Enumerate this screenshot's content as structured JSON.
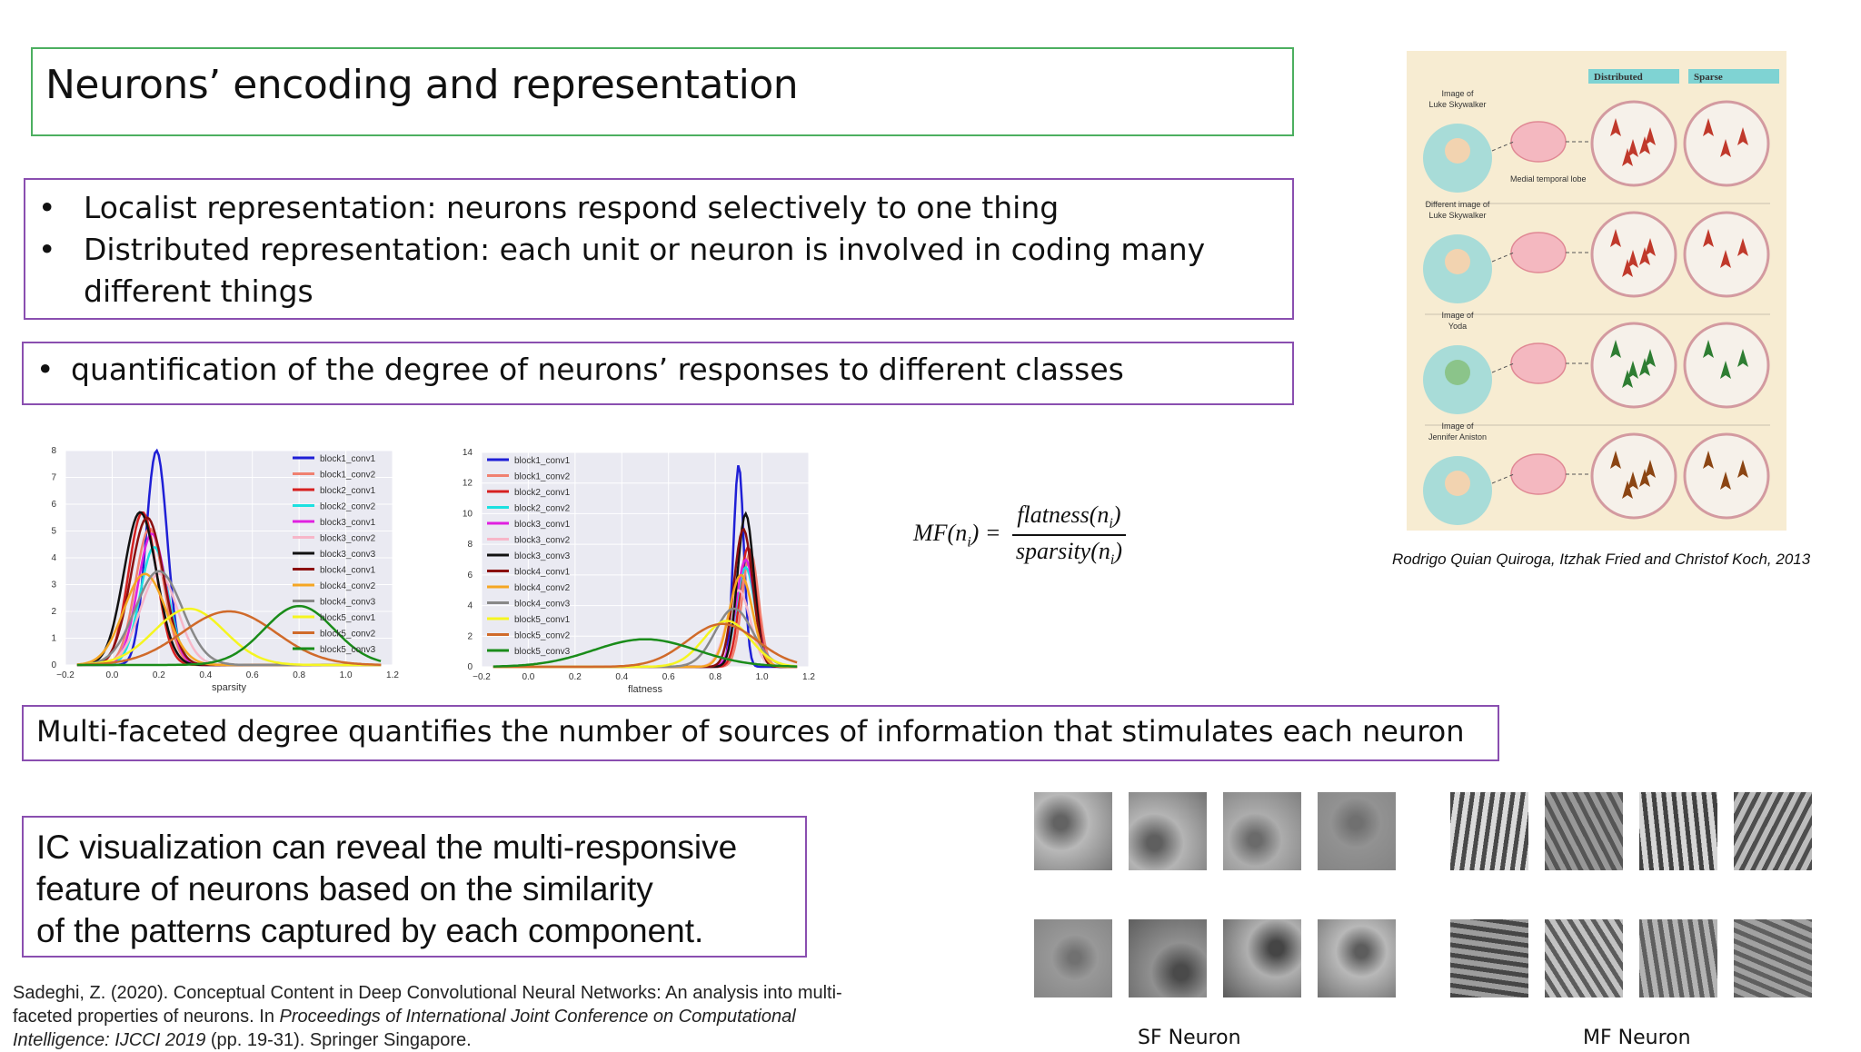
{
  "title": "Neurons’ encoding and representation",
  "bullets_top": [
    "Localist representation: neurons respond selectively to one thing",
    "Distributed representation: each unit or neuron is involved in coding many",
    "different things"
  ],
  "bullet_mid": "quantification of the degree of neurons’ responses to different classes",
  "mf_sentence": "Multi-faceted degree quantifies the number of  sources of information that stimulates each neuron",
  "ic_text": "IC visualization can reveal the multi-responsive\nfeature of neurons based on the similarity\nof the patterns captured by each component.",
  "formula": {
    "lhs": "MF(n",
    "sub": "i",
    "num": "flatness(n",
    "den": "sparsity(n"
  },
  "credit": "Rodrigo Quian Quiroga, Itzhak Fried and Christof Koch, 2013",
  "citation": {
    "line1": "Sadeghi, Z. (2020). Conceptual Content in Deep Convolutional Neural Networks: An analysis into multi-",
    "line2a": "faceted properties of neurons. In ",
    "line2b": "Proceedings of International Joint Conference on Computational",
    "line3a": "Intelligence: IJCCI 2019",
    "line3b": " (pp. 19-31). Springer Singapore."
  },
  "neuron_labels": {
    "sf": "SF Neuron",
    "mf": "MF Neuron"
  },
  "illustration": {
    "headers": [
      "Distributed",
      "Sparse"
    ],
    "rows": [
      "Image of\nLuke Skywalker",
      "Different image of\nLuke Skywalker",
      "Image of\nYoda",
      "Image of\nJennifer Aniston"
    ],
    "region": "Medial temporal lobe",
    "colors": [
      "#c0392b",
      "#c0392b",
      "#2e7d32",
      "#8b4513"
    ]
  },
  "chart_data": [
    {
      "type": "line",
      "xlabel": "sparsity",
      "ylabel": "",
      "xlim": [
        -0.2,
        1.2
      ],
      "ylim": [
        0,
        8
      ],
      "xticks": [
        "−0.2",
        "0.0",
        "0.2",
        "0.4",
        "0.6",
        "0.8",
        "1.0",
        "1.2"
      ],
      "yticks": [
        "0",
        "1",
        "2",
        "3",
        "4",
        "5",
        "6",
        "7",
        "8"
      ],
      "legend": "top-right",
      "grid": true,
      "series": [
        {
          "name": "block1_conv1",
          "color": "#1f1fd6",
          "peaks": [
            [
              0.19,
              8.0,
              0.045
            ]
          ]
        },
        {
          "name": "block1_conv2",
          "color": "#f08070",
          "peaks": [
            [
              0.16,
              5.1,
              0.06
            ]
          ]
        },
        {
          "name": "block2_conv1",
          "color": "#d62020",
          "peaks": [
            [
              0.13,
              5.7,
              0.06
            ]
          ]
        },
        {
          "name": "block2_conv2",
          "color": "#1ce0e0",
          "peaks": [
            [
              0.18,
              4.4,
              0.06
            ]
          ]
        },
        {
          "name": "block3_conv1",
          "color": "#e020e0",
          "peaks": [
            [
              0.17,
              4.9,
              0.06
            ]
          ]
        },
        {
          "name": "block3_conv2",
          "color": "#f7b6c8",
          "peaks": [
            [
              0.2,
              3.4,
              0.08
            ]
          ]
        },
        {
          "name": "block3_conv3",
          "color": "#111111",
          "peaks": [
            [
              0.12,
              5.7,
              0.07
            ]
          ]
        },
        {
          "name": "block4_conv1",
          "color": "#8b1010",
          "peaks": [
            [
              0.15,
              5.5,
              0.07
            ]
          ]
        },
        {
          "name": "block4_conv2",
          "color": "#f5a623",
          "peaks": [
            [
              0.14,
              3.4,
              0.09
            ]
          ]
        },
        {
          "name": "block4_conv3",
          "color": "#888888",
          "peaks": [
            [
              0.2,
              3.5,
              0.1
            ]
          ]
        },
        {
          "name": "block5_conv1",
          "color": "#f5f520",
          "peaks": [
            [
              0.33,
              2.1,
              0.15
            ]
          ]
        },
        {
          "name": "block5_conv2",
          "color": "#d06a2a",
          "peaks": [
            [
              0.5,
              2.0,
              0.2
            ]
          ]
        },
        {
          "name": "block5_conv3",
          "color": "#1a8c1a",
          "peaks": [
            [
              0.8,
              2.2,
              0.15
            ]
          ]
        }
      ]
    },
    {
      "type": "line",
      "xlabel": "flatness",
      "ylabel": "",
      "xlim": [
        -0.2,
        1.2
      ],
      "ylim": [
        0,
        14
      ],
      "xticks": [
        "−0.2",
        "0.0",
        "0.2",
        "0.4",
        "0.6",
        "0.8",
        "1.0",
        "1.2"
      ],
      "yticks": [
        "0",
        "2",
        "4",
        "6",
        "8",
        "10",
        "12",
        "14"
      ],
      "legend": "top-left",
      "grid": true,
      "series": [
        {
          "name": "block1_conv1",
          "color": "#1f1fd6",
          "peaks": [
            [
              0.9,
              13.2,
              0.022
            ]
          ]
        },
        {
          "name": "block1_conv2",
          "color": "#f08070",
          "peaks": [
            [
              0.95,
              7.5,
              0.035
            ]
          ]
        },
        {
          "name": "block2_conv1",
          "color": "#d62020",
          "peaks": [
            [
              0.94,
              7.8,
              0.035
            ]
          ]
        },
        {
          "name": "block2_conv2",
          "color": "#1ce0e0",
          "peaks": [
            [
              0.93,
              6.5,
              0.04
            ]
          ]
        },
        {
          "name": "block3_conv1",
          "color": "#e020e0",
          "peaks": [
            [
              0.93,
              7.0,
              0.04
            ]
          ]
        },
        {
          "name": "block3_conv2",
          "color": "#f7b6c8",
          "peaks": [
            [
              0.9,
              5.0,
              0.05
            ]
          ]
        },
        {
          "name": "block3_conv3",
          "color": "#111111",
          "peaks": [
            [
              0.93,
              10.0,
              0.035
            ]
          ]
        },
        {
          "name": "block4_conv1",
          "color": "#8b1010",
          "peaks": [
            [
              0.92,
              9.0,
              0.04
            ]
          ]
        },
        {
          "name": "block4_conv2",
          "color": "#f5a623",
          "peaks": [
            [
              0.91,
              6.0,
              0.05
            ]
          ]
        },
        {
          "name": "block4_conv3",
          "color": "#888888",
          "peaks": [
            [
              0.88,
              3.8,
              0.08
            ]
          ]
        },
        {
          "name": "block5_conv1",
          "color": "#f5f520",
          "peaks": [
            [
              0.85,
              3.0,
              0.1
            ]
          ]
        },
        {
          "name": "block5_conv2",
          "color": "#d06a2a",
          "peaks": [
            [
              0.83,
              2.8,
              0.15
            ]
          ]
        },
        {
          "name": "block5_conv3",
          "color": "#1a8c1a",
          "peaks": [
            [
              0.5,
              1.8,
              0.22
            ]
          ]
        }
      ]
    }
  ]
}
